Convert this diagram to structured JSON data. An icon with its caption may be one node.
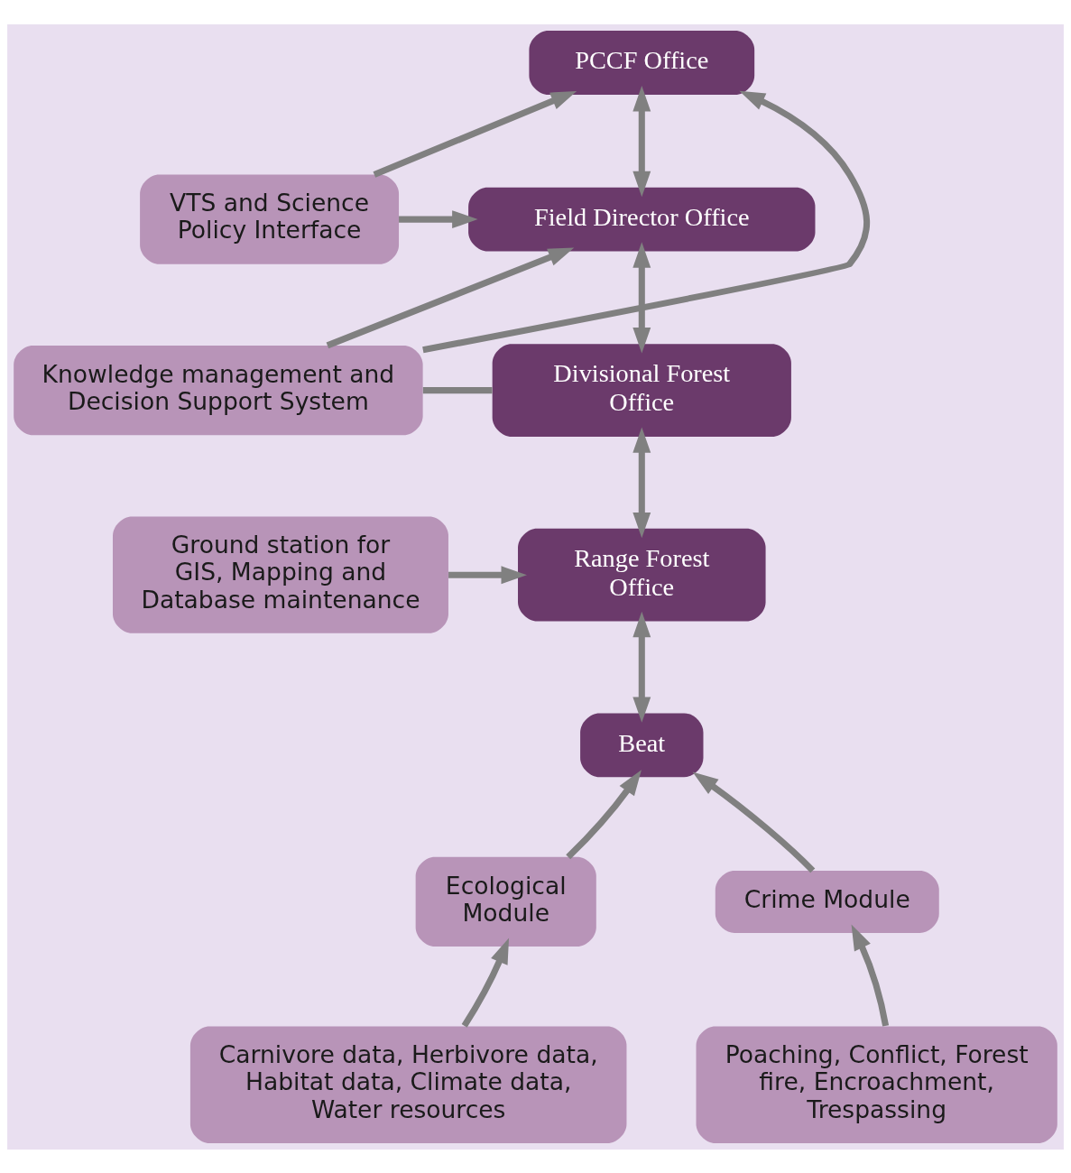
{
  "diagram": {
    "nodes": [
      {
        "text": [
          "PCCF Office"
        ]
      },
      {
        "text": [
          "Field Director Office"
        ]
      },
      {
        "text": [
          "VTS and Science Policy Interface"
        ]
      },
      {
        "text": [
          "Knowledge management and Decision Support System"
        ]
      },
      {
        "text": [
          "Divisional Forest Office"
        ]
      },
      {
        "text": [
          "Range Forest Office"
        ]
      },
      {
        "text": [
          "Ground station for GIS, Mapping and Database maintenance"
        ]
      },
      {
        "text": [
          "Beat"
        ]
      },
      {
        "text": [
          "Ecological Module"
        ]
      },
      {
        "text": [
          "Crime Module"
        ]
      },
      {
        "text": [
          "Carnivore data, Herbivore data, Habitat data, Climate data, Water resources"
        ]
      },
      {
        "text": [
          "Poaching, Conflict, Forest fire, Encroachment, Trespassing"
        ]
      }
    ],
    "edges": [
      {
        "from": 0,
        "to": 1,
        "arrow": "both"
      },
      {
        "from": 2,
        "to": 0,
        "arrow": "to"
      },
      {
        "from": 2,
        "to": 1,
        "arrow": "to"
      },
      {
        "from": 3,
        "to": 0,
        "arrow": "to"
      },
      {
        "from": 3,
        "to": 1,
        "arrow": "to"
      },
      {
        "from": 3,
        "to": 4,
        "arrow": "none"
      },
      {
        "from": 1,
        "to": 4,
        "arrow": "both"
      },
      {
        "from": 4,
        "to": 5,
        "arrow": "both"
      },
      {
        "from": 6,
        "to": 5,
        "arrow": "to"
      },
      {
        "from": 5,
        "to": 7,
        "arrow": "both"
      },
      {
        "from": 8,
        "to": 7,
        "arrow": "to"
      },
      {
        "from": 9,
        "to": 7,
        "arrow": "to"
      },
      {
        "from": 10,
        "to": 8,
        "arrow": "to"
      },
      {
        "from": 11,
        "to": 9,
        "arrow": "to"
      }
    ]
  }
}
